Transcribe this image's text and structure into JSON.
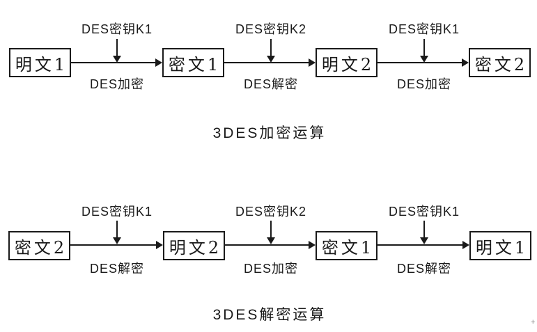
{
  "colors": {
    "ink": "#1a1a1a",
    "background": "#ffffff"
  },
  "encryption": {
    "title": "3DES加密运算",
    "boxes": [
      "明文1",
      "密文1",
      "明文2",
      "密文2"
    ],
    "stages": [
      {
        "key": "DES密钥K1",
        "op": "DES加密"
      },
      {
        "key": "DES密钥K2",
        "op": "DES解密"
      },
      {
        "key": "DES密钥K1",
        "op": "DES加密"
      }
    ]
  },
  "decryption": {
    "title": "3DES解密运算",
    "boxes": [
      "密文2",
      "明文2",
      "密文1",
      "明文1"
    ],
    "stages": [
      {
        "key": "DES密钥K1",
        "op": "DES解密"
      },
      {
        "key": "DES密钥K2",
        "op": "DES加密"
      },
      {
        "key": "DES密钥K1",
        "op": "DES解密"
      }
    ]
  },
  "artifact": {
    "plus_mark": "+"
  }
}
